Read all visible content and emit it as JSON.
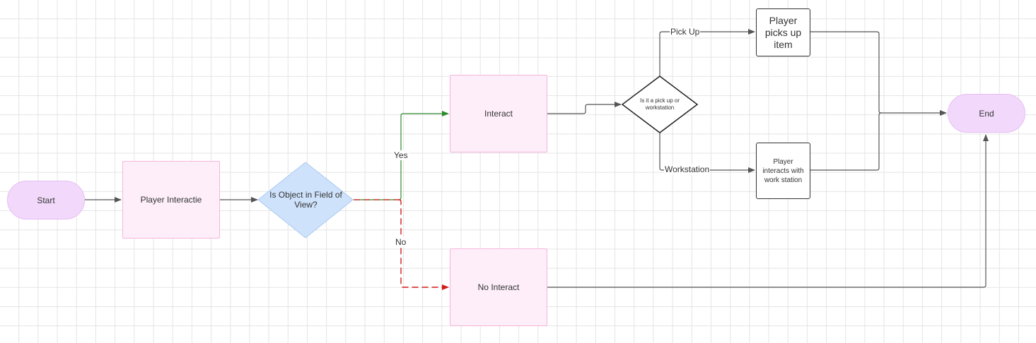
{
  "colors": {
    "terminal_fill": "#f2d9fb",
    "process_fill": "#fdeef9",
    "decision_fill": "#cfe2fb",
    "yes_path": "#2e8b2e",
    "no_path": "#d11c1c",
    "default_line": "#555555"
  },
  "nodes": {
    "start": "Start",
    "player_interaction": "Player Interactie",
    "decision_fov": "Is Object in Field of View?",
    "interact": "Interact",
    "no_interact": "No Interact",
    "decision_type": "Is it a pick up or workstation",
    "picks_up": "Player picks up item",
    "work_station": "Player interacts with work station",
    "end": "End"
  },
  "edges": {
    "yes": "Yes",
    "no": "No",
    "pick_up": "Pick Up",
    "workstation": "Workstation"
  }
}
